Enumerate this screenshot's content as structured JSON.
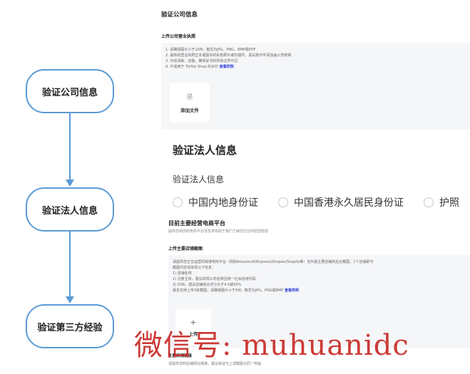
{
  "flowchart": {
    "nodes": [
      {
        "label": "验证公司信息"
      },
      {
        "label": "验证法人信息"
      },
      {
        "label": "验证第三方经验"
      }
    ],
    "accent_color": "#5b9bd5"
  },
  "company": {
    "title": "验证公司信息",
    "upload_label": "上传公司营业执照",
    "guide_lines": [
      "1. 请确保图片小于10M，格式为JPG、PNG、BMP或PDF",
      "2. 最新的营业执照正本或副本的彩色照片或扫描件，黑白复印件请加盖公司鲜章",
      "3. 内容清晰、完整，确保证书的所有边界可见",
      "4. 不适用于 TikTok Shop 的水印"
    ],
    "example_link": "查看样例",
    "add_file_icon": "file-upload-icon",
    "add_file_label": "添加文件"
  },
  "legal_person": {
    "title": "验证法人信息",
    "subtitle": "验证法人信息",
    "id_options": [
      "中国内地身份证",
      "中国香港永久居民身份证",
      "护照"
    ]
  },
  "platform": {
    "title": "目前主要经营电商平台",
    "desc": "提供您目前的电商平台信息将有助于我们了解您过往的经营经验",
    "screenshot_label": "上传主要店铺截图",
    "guide_lines": [
      "请提供您正在运营的跨境电商平台（例如Amazon/AliExpress/Shopee/Shopify等）当中最主要店铺的后台截图，1个店铺即可",
      "截图内容请体现以下信息：",
      "1) 店铺名称",
      "2) 注册主体，建议体现公司名称且统一社会信用代码",
      "3) DSR，建议店铺综合评分大于4.5或95%",
      "最多支持上传3张截图，请确保图片小于5M，格式为JPG，PNG或BMP"
    ],
    "example_link": "查看样例",
    "add_icon": "plus-icon",
    "add_label": "上传",
    "shop_link_label": "主要店铺链接",
    "shop_link_desc": "请提供您的店铺网址链接，建议保证与上述截图为同一界面"
  },
  "watermark": "微信号: muhuanidc"
}
